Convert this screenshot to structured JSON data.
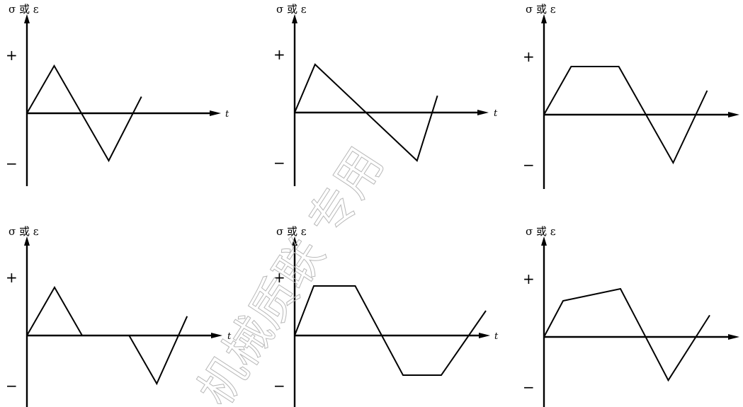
{
  "panels": [
    {
      "id": "a",
      "ylabel": "σ 或 ε",
      "plus": "+",
      "minus": "−",
      "tlabel": "t",
      "waveform": [
        [
          0,
          0
        ],
        [
          1,
          1
        ],
        [
          3,
          -1
        ],
        [
          4.2,
          0.35
        ]
      ]
    },
    {
      "id": "b",
      "ylabel": "σ 或 ε",
      "plus": "+",
      "minus": "−",
      "tlabel": "t",
      "waveform": [
        [
          0,
          0
        ],
        [
          0.6,
          1
        ],
        [
          3.6,
          -1
        ],
        [
          4.2,
          0.35
        ]
      ]
    },
    {
      "id": "c",
      "ylabel": "σ 或 ε",
      "plus": "+",
      "minus": "−",
      "tlabel": "",
      "waveform": [
        [
          0,
          0
        ],
        [
          0.8,
          1
        ],
        [
          2.2,
          1
        ],
        [
          3.8,
          -1
        ],
        [
          4.8,
          0.5
        ]
      ]
    },
    {
      "id": "d",
      "ylabel": "σ 或 ε",
      "plus": "+",
      "minus": "−",
      "tlabel": "t",
      "waveform": [
        [
          0,
          0
        ],
        [
          1,
          1
        ],
        [
          2,
          0
        ],
        [
          3.7,
          0
        ],
        [
          4.7,
          -1
        ],
        [
          5.8,
          0.4
        ]
      ]
    },
    {
      "id": "e",
      "ylabel": "σ 或 ε",
      "plus": "+",
      "minus": "−",
      "tlabel": "t",
      "waveform": [
        [
          0,
          0
        ],
        [
          0.6,
          1
        ],
        [
          1.9,
          1
        ],
        [
          3.4,
          -0.8
        ],
        [
          4.6,
          -0.8
        ],
        [
          6,
          0.5
        ]
      ]
    },
    {
      "id": "f",
      "ylabel": "σ 或 ε",
      "plus": "+",
      "minus": "−",
      "tlabel": "",
      "waveform": [
        [
          0,
          0
        ],
        [
          0.6,
          0.75
        ],
        [
          2.4,
          1
        ],
        [
          3.9,
          -0.9
        ],
        [
          5.2,
          0.45
        ]
      ]
    }
  ],
  "watermark": "机械质联 专用"
}
